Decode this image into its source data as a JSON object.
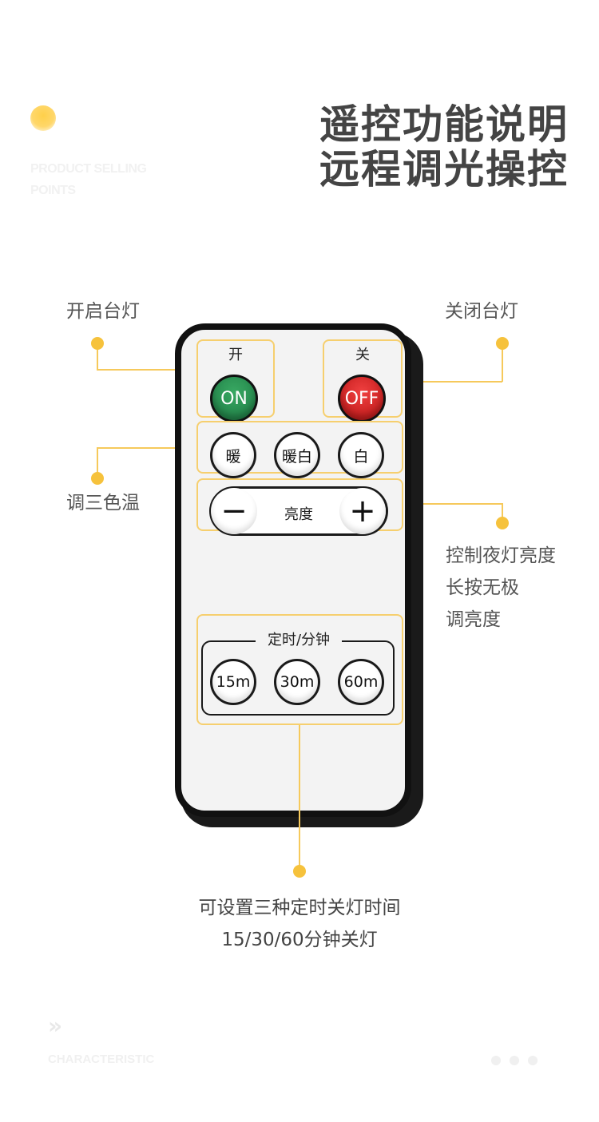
{
  "header": {
    "subtitle_line1": "PRODUCT SELLING",
    "subtitle_line2": "POINTS",
    "title_line1": "遥控功能说明",
    "title_line2": "远程调光操控"
  },
  "callouts": {
    "on": "开启台灯",
    "off": "关闭台灯",
    "color_temp": "调三色温",
    "brightness_line1": "控制夜灯亮度",
    "brightness_line2": "长按无极",
    "brightness_line3": "调亮度",
    "timer_line1": "可设置三种定时关灯时间",
    "timer_line2": "15/30/60分钟关灯"
  },
  "remote": {
    "on_label": "开",
    "off_label": "关",
    "on_button": "ON",
    "off_button": "OFF",
    "warm": "暖",
    "warm_white": "暖白",
    "white": "白",
    "brightness": "亮度",
    "minus": "−",
    "plus": "+",
    "timer_title": "定时/分钟",
    "t15": "15m",
    "t30": "30m",
    "t60": "60m"
  },
  "footer": {
    "chevrons": "»",
    "characteristic": "CHARACTERISTIC"
  },
  "colors": {
    "accent": "#f6c23c",
    "on_green": "#1d7a43",
    "off_red": "#d11f1f"
  }
}
